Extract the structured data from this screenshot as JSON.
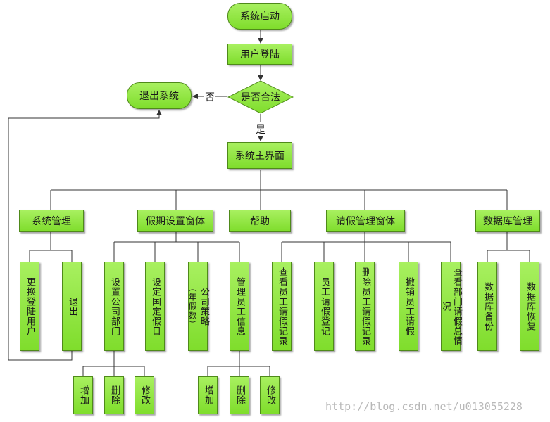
{
  "start": "系统启动",
  "login": "用户登陆",
  "decision": "是否合法",
  "exit": "退出系统",
  "no_label": "否",
  "yes_label": "是",
  "main": "系统主界面",
  "modules": [
    {
      "label": "系统管理"
    },
    {
      "label": "假期设置窗体"
    },
    {
      "label": "帮助"
    },
    {
      "label": "请假管理窗体"
    },
    {
      "label": "数据库管理"
    }
  ],
  "sub": {
    "change_user": "更换登陆用户",
    "logout": "退出",
    "set_dept": "设置公司部门",
    "set_holiday": "设定国定假日",
    "policy_main": "公司策略",
    "policy_sub": "（年假数）",
    "manage_staff": "管理员工信息",
    "view_leave": "查看员工请假记录",
    "staff_leave": "员工请假登记",
    "delete_leave": "删除员工请假记录",
    "cancel_leave": "撤销员工请假",
    "dept_summary": "查看部门请假总情况",
    "db_backup": "数据库备份",
    "db_restore": "数据库恢复"
  },
  "ops": {
    "add": "增加",
    "delete": "删除",
    "edit": "修改"
  },
  "watermark": "http://blog.csdn.net/u013055228",
  "colors": {
    "node_fill": "#8fe53f",
    "node_border": "#4f8a1a",
    "line": "#333333"
  }
}
